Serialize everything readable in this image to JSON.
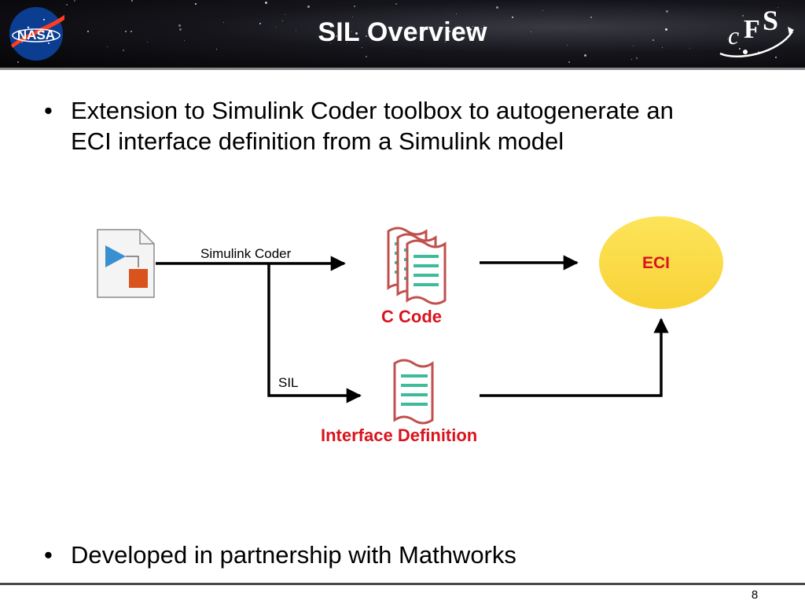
{
  "header": {
    "title": "SIL Overview",
    "logo_left": "NASA",
    "logo_right": "CFS"
  },
  "bullets": [
    {
      "line1": "Extension to Simulink Coder toolbox to autogenerate an",
      "line2": "ECI interface definition from a Simulink model"
    },
    {
      "line1": "Developed in partnership with Mathworks"
    }
  ],
  "diagram": {
    "edge_simulink_coder": "Simulink Coder",
    "edge_sil": "SIL",
    "node_c_code": "C Code",
    "node_interface_definition": "Interface Definition",
    "node_eci": "ECI"
  },
  "colors": {
    "accent_red": "#d9141d",
    "eci_fill": "#fde04c",
    "doc_green": "#3dbb9a"
  },
  "footer": {
    "page_number": "8"
  }
}
